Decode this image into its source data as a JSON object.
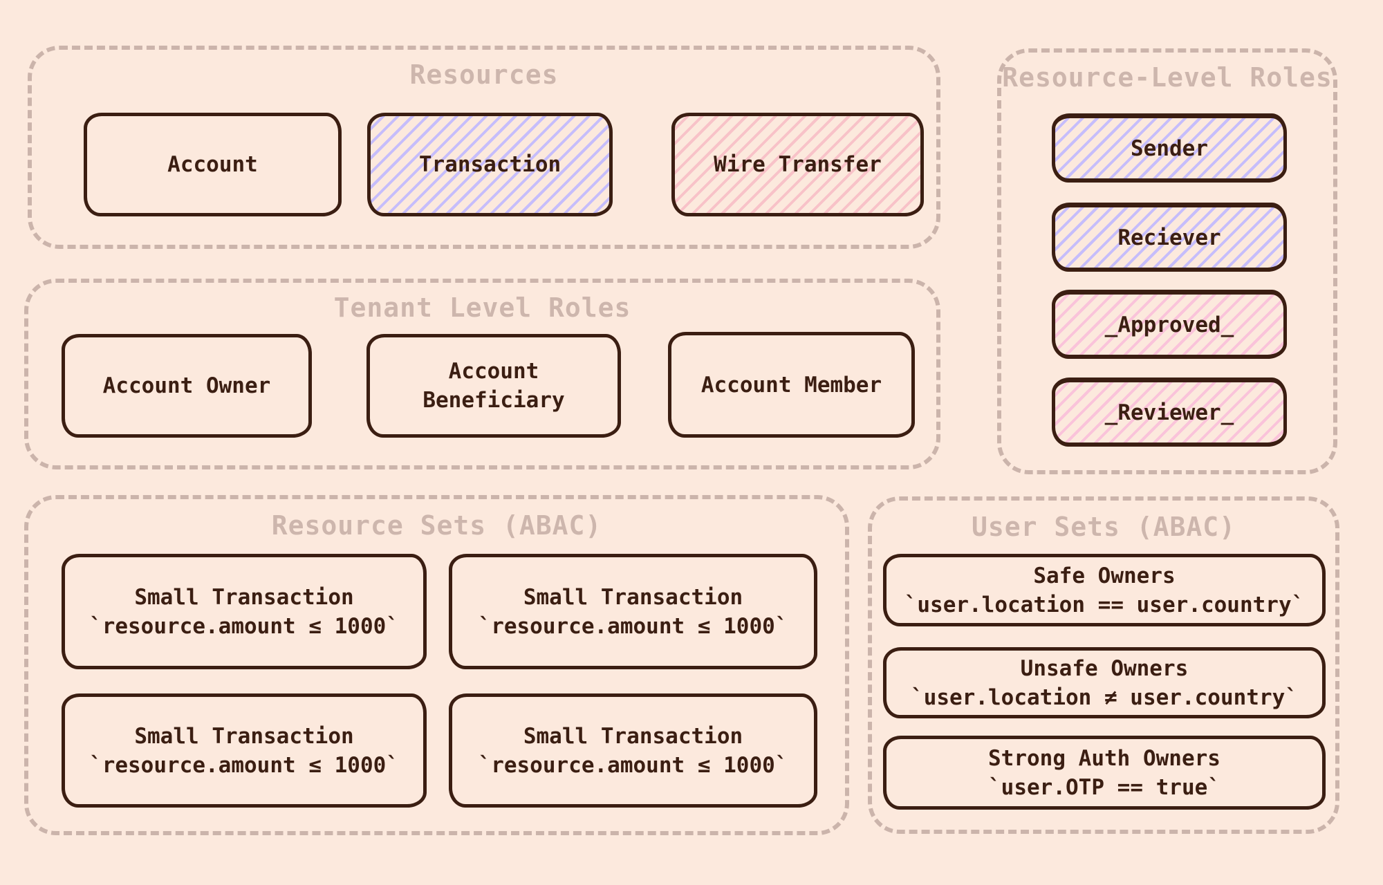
{
  "palette": {
    "background": "#fce9dd",
    "group_border": "#cbb4ab",
    "group_title_text": "#cdb6ad",
    "node_border": "#3b1e12",
    "node_text": "#3b1e12",
    "hatch_lavender": "#c6bdfb",
    "hatch_rose": "#f8c2c8",
    "hatch_pink": "#fac3da"
  },
  "groups": {
    "resources": {
      "title": "Resources",
      "nodes": [
        {
          "label": "Account",
          "fill": "none"
        },
        {
          "label": "Transaction",
          "fill": "lavender"
        },
        {
          "label": "Wire Transfer",
          "fill": "rose"
        }
      ]
    },
    "resource_level_roles": {
      "title": "Resource-Level Roles",
      "nodes": [
        {
          "label": "Sender",
          "fill": "lavender"
        },
        {
          "label": "Reciever",
          "fill": "lavender"
        },
        {
          "label": "_Approved_",
          "fill": "pink"
        },
        {
          "label": "_Reviewer_",
          "fill": "pink"
        }
      ]
    },
    "tenant_level_roles": {
      "title": "Tenant Level Roles",
      "nodes": [
        {
          "label": "Account Owner",
          "fill": "none"
        },
        {
          "label": "Account Beneficiary",
          "fill": "none"
        },
        {
          "label": "Account Member",
          "fill": "none"
        }
      ]
    },
    "resource_sets": {
      "title": "Resource Sets (ABAC)",
      "nodes": [
        {
          "name": "Small Transaction",
          "condition": "`resource.amount ≤ 1000`",
          "fill": "none"
        },
        {
          "name": "Small Transaction",
          "condition": "`resource.amount ≤ 1000`",
          "fill": "none"
        },
        {
          "name": "Small Transaction",
          "condition": "`resource.amount ≤ 1000`",
          "fill": "none"
        },
        {
          "name": "Small Transaction",
          "condition": "`resource.amount ≤ 1000`",
          "fill": "none"
        }
      ]
    },
    "user_sets": {
      "title": "User Sets (ABAC)",
      "nodes": [
        {
          "name": "Safe Owners",
          "condition": "`user.location == user.country`",
          "fill": "none"
        },
        {
          "name": "Unsafe Owners",
          "condition": "`user.location ≠ user.country`",
          "fill": "none"
        },
        {
          "name": "Strong Auth Owners",
          "condition": "`user.OTP == true`",
          "fill": "none"
        }
      ]
    }
  }
}
